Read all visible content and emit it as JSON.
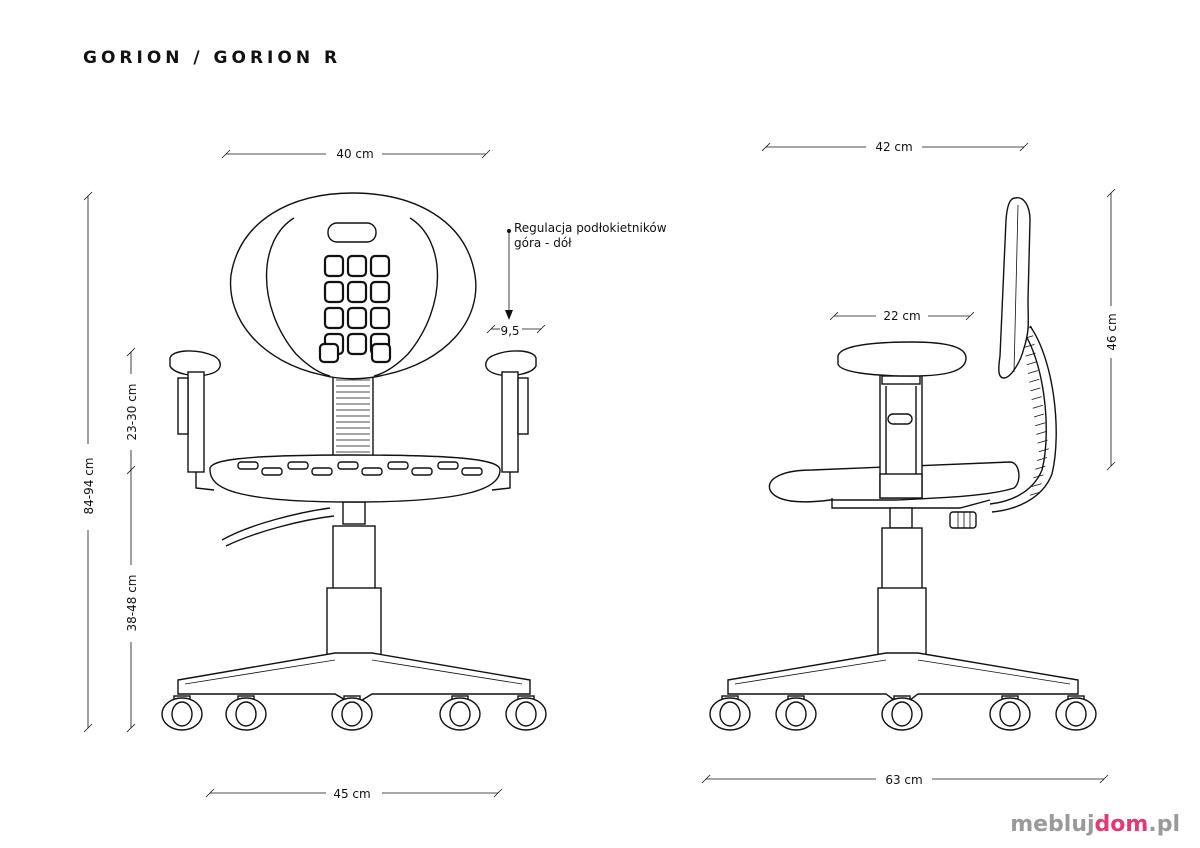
{
  "title": "GORION / GORION R",
  "front_view": {
    "backrest_width": "40 cm",
    "total_height": "84-94 cm",
    "armrest_height": "23-30 cm",
    "seat_height": "38-48 cm",
    "base_width": "45 cm",
    "armrest_adjust_range": "9,5",
    "armrest_note_line1": "Regulacja podłokietników",
    "armrest_note_line2": "góra - dół"
  },
  "side_view": {
    "seat_depth": "42 cm",
    "armrest_length": "22 cm",
    "backrest_height": "46 cm",
    "base_depth": "63 cm"
  },
  "logo": {
    "part1": "meblu",
    "part2": "j",
    "part3": "dom",
    "part4": ".pl",
    "colors": {
      "gray": "#9a9a9a",
      "pink": "#e23a73"
    }
  }
}
